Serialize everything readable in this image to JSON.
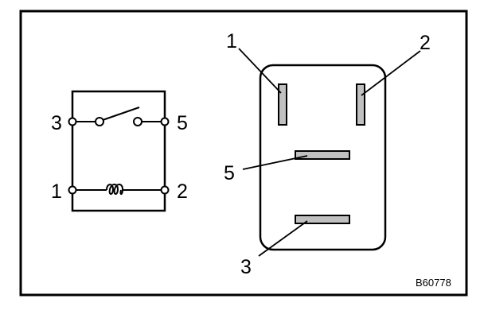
{
  "relay_schematic": {
    "terminals": [
      {
        "id": "3",
        "label": "3"
      },
      {
        "id": "5",
        "label": "5"
      },
      {
        "id": "1",
        "label": "1"
      },
      {
        "id": "2",
        "label": "2"
      }
    ]
  },
  "connector_view": {
    "terminals": [
      {
        "id": "1",
        "label": "1"
      },
      {
        "id": "2",
        "label": "2"
      },
      {
        "id": "5",
        "label": "5"
      },
      {
        "id": "3",
        "label": "3"
      }
    ]
  },
  "figure_code": "B60778",
  "colors": {
    "line": "#000000",
    "connector_fill": "#c0c0c0",
    "background": "#ffffff"
  }
}
